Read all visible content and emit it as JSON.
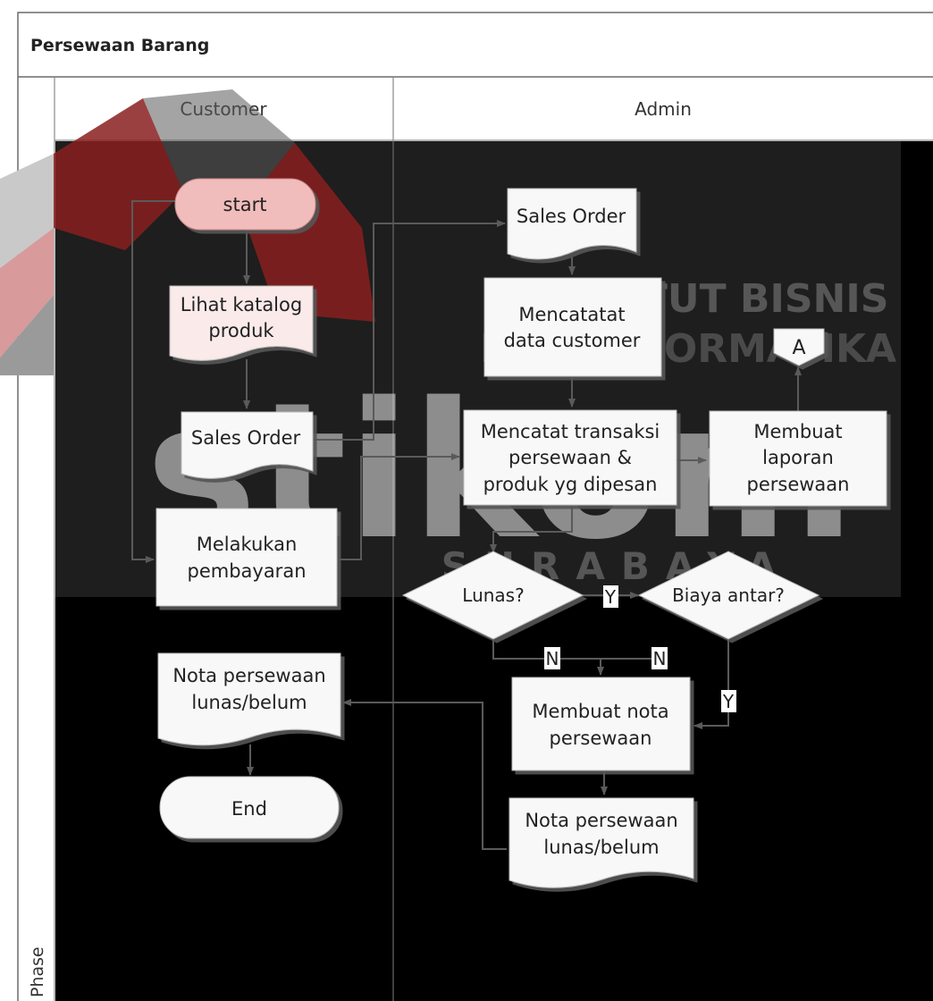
{
  "diagram": {
    "title": "Persewaan Barang",
    "phase_label": "Phase",
    "lanes": [
      "Customer",
      "Admin"
    ],
    "colors": {
      "upper_band": "#1e1e1e",
      "lower_band": "#000000",
      "customer_shape_fill": "#f8f8f8",
      "start_fill": "#f1bcbc",
      "catalog_fill": "#fbeaea",
      "connector": "#5a5a5a",
      "watermark_red": "#bd2a2a"
    },
    "watermark": {
      "line1": "INSTITUT BISNIS",
      "line2": "DAN INFORMATIKA",
      "line3": "SURABAYA",
      "brand": "stikom"
    },
    "nodes": {
      "start": "start",
      "lihat_katalog": [
        "Lihat katalog",
        "produk"
      ],
      "sales_order_customer": "Sales Order",
      "melakukan_pembayaran": [
        "Melakukan",
        "pembayaran"
      ],
      "nota_customer": [
        "Nota persewaan",
        "lunas/belum"
      ],
      "end": "End",
      "sales_order_admin": "Sales Order",
      "mencatatat_data": [
        "Mencatatat",
        "data customer"
      ],
      "mencatat_transaksi": [
        "Mencatat transaksi",
        "persewaan &",
        "produk yg dipesan"
      ],
      "membuat_laporan": [
        "Membuat",
        "laporan",
        "persewaan"
      ],
      "off_page_a": "A",
      "lunas": "Lunas?",
      "biaya_antar": "Biaya antar?",
      "membuat_nota": [
        "Membuat nota",
        "persewaan"
      ],
      "nota_admin": [
        "Nota persewaan",
        "lunas/belum"
      ]
    },
    "edge_labels": {
      "lunas_yes": "Y",
      "lunas_no": "N",
      "biaya_no": "N",
      "biaya_yes": "Y"
    }
  }
}
